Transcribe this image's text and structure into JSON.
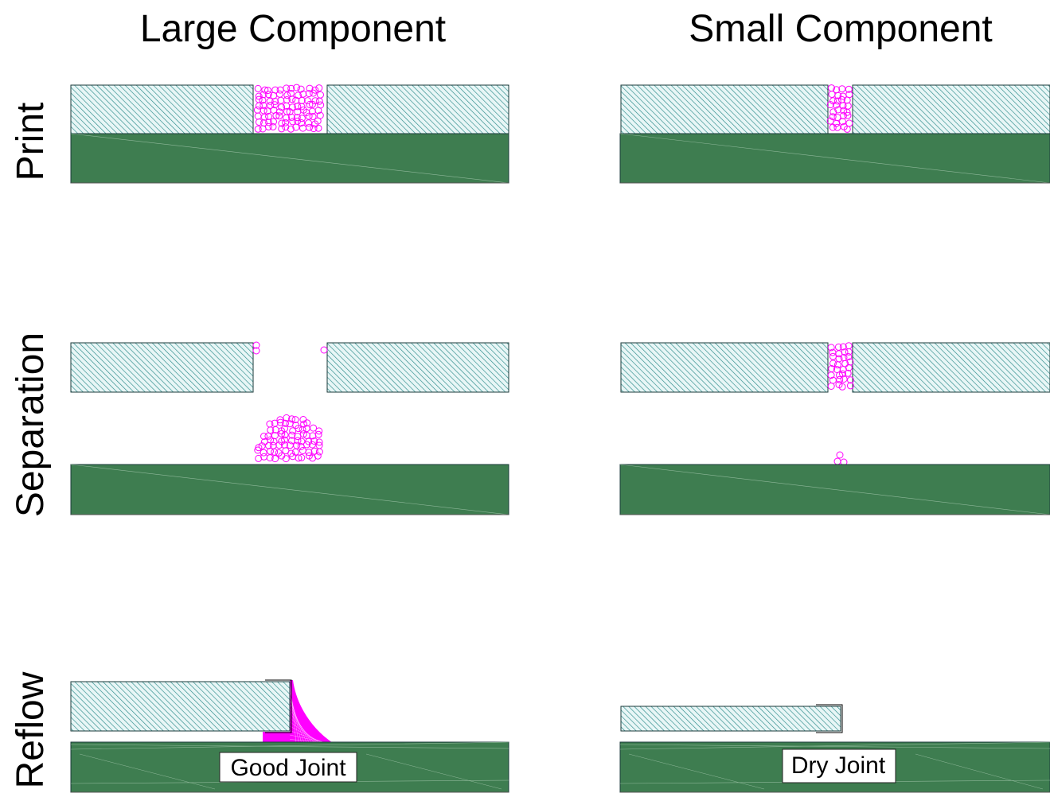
{
  "columns": {
    "large": "Large Component",
    "small": "Small Component"
  },
  "rows": {
    "print": "Print",
    "separation": "Separation",
    "reflow": "Reflow"
  },
  "labels": {
    "good_joint": "Good Joint",
    "dry_joint": "Dry Joint"
  },
  "colors": {
    "board": "#3e7d50",
    "stencil_hatch": "#2a8a8a",
    "stencil_bg": "#e8f6f6",
    "solder": "#ff00ff",
    "outline": "#1a3a3a"
  }
}
